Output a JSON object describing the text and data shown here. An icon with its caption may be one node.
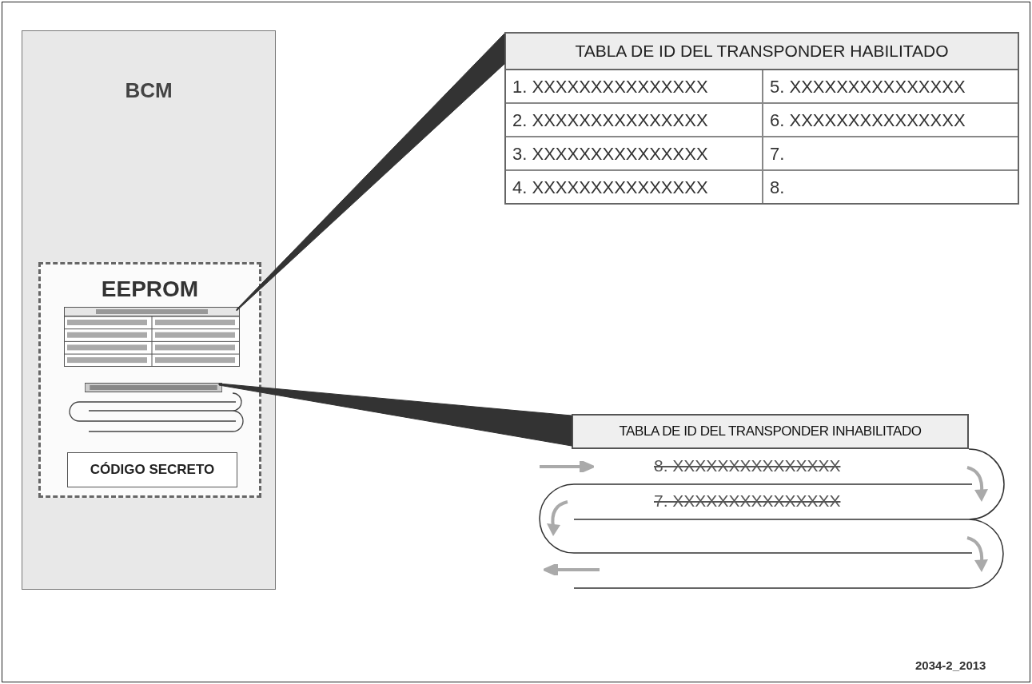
{
  "diagram": {
    "nodes": [
      {
        "text": [
          "BCM"
        ]
      },
      {
        "text": [
          "EEPROM"
        ],
        "in": 0
      },
      {
        "text": [],
        "shape": "box",
        "in": 1
      },
      {
        "text": [],
        "shape": "box",
        "in": 1
      },
      {
        "text": [
          "CÓDIGO SECRETO"
        ],
        "in": 1
      },
      {
        "text": [
          "TABLA DE ID DEL TRANSPONDER HABILITADO",
          "1. XXXXXXXXXXXXXXX",
          "5. XXXXXXXXXXXXXXX",
          "2. XXXXXXXXXXXXXXX",
          "6. XXXXXXXXXXXXXXX",
          "3. XXXXXXXXXXXXXXX",
          "7.",
          "4. XXXXXXXXXXXXXXX",
          "8."
        ]
      },
      {
        "text": [
          "TABLA DE ID DEL TRANSPONDER INHABILITADO"
        ],
        "beside": [
          "8. XXXXXXXXXXXXXXX",
          "7. XXXXXXXXXXXXXXX"
        ]
      }
    ],
    "edges": [
      {
        "from": 2,
        "to": 5,
        "arrow": "none",
        "style": "thick"
      },
      {
        "from": 3,
        "to": 6,
        "arrow": "none",
        "style": "thick"
      }
    ],
    "labels": [
      "2034-2_2013"
    ]
  }
}
